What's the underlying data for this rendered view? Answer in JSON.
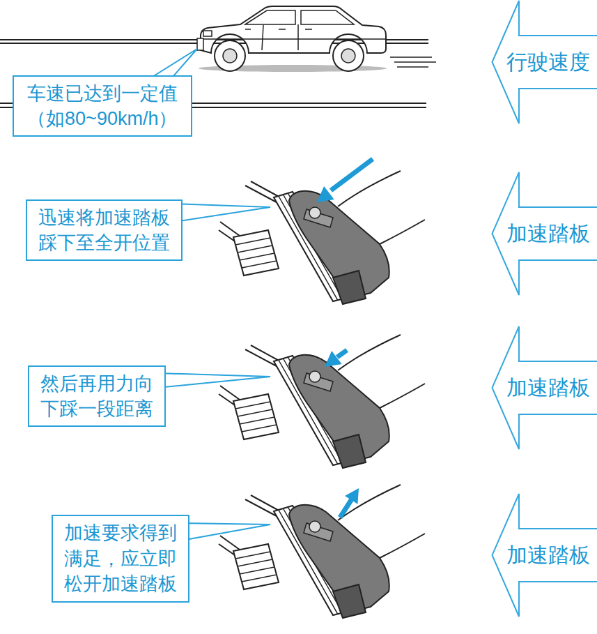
{
  "diagram": {
    "nodes": [
      {
        "text": [
          "车速已达到一定值 （如80~90km/h）"
        ]
      },
      {
        "text": [
          "行驶速度"
        ]
      },
      {
        "text": [
          "迅速将加速踏板 踩下至全开位置"
        ]
      },
      {
        "text": [
          "加速踏板"
        ]
      },
      {
        "text": [
          "然后再用力向 下踩一段距离"
        ]
      },
      {
        "text": [
          "加速踏板"
        ]
      },
      {
        "text": [
          "加速要求得到 满足，应立即 松开加速踏板"
        ]
      },
      {
        "text": [
          "加速踏板"
        ]
      }
    ]
  }
}
